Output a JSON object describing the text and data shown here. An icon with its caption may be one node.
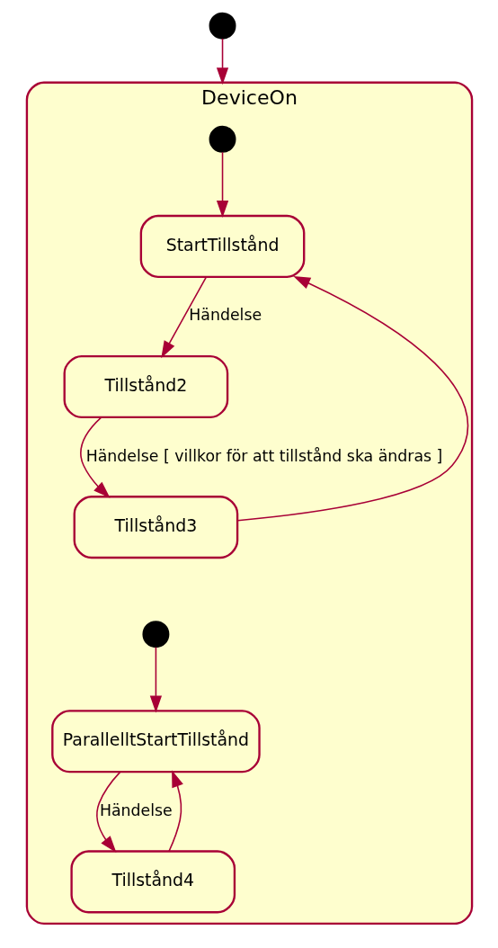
{
  "diagram": {
    "nodes": [
      {
        "text": [],
        "shape": "circle"
      },
      {
        "text": [
          "DeviceOn"
        ]
      },
      {
        "text": [],
        "shape": "circle",
        "in": 1
      },
      {
        "text": [
          "StartTillstånd"
        ],
        "in": 1
      },
      {
        "text": [
          "Tillstånd2"
        ],
        "in": 1
      },
      {
        "text": [
          "Tillstånd3"
        ],
        "in": 1
      },
      {
        "text": [],
        "shape": "circle",
        "in": 1
      },
      {
        "text": [
          "ParallelltStartTillstånd"
        ],
        "in": 1
      },
      {
        "text": [
          "Tillstånd4"
        ],
        "in": 1
      }
    ],
    "edges": [
      {
        "from": 0,
        "to": 1,
        "arrow": "to"
      },
      {
        "from": 2,
        "to": 3,
        "arrow": "to"
      },
      {
        "from": 3,
        "to": 4,
        "arrow": "to",
        "label": "Händelse"
      },
      {
        "from": 4,
        "to": 5,
        "arrow": "to",
        "label": "Händelse [ villkor för att tillstånd ska ändras ]"
      },
      {
        "from": 5,
        "to": 3,
        "arrow": "to"
      },
      {
        "from": 6,
        "to": 7,
        "arrow": "to"
      },
      {
        "from": 7,
        "to": 8,
        "arrow": "to",
        "label": "Händelse"
      },
      {
        "from": 8,
        "to": 7,
        "arrow": "to"
      }
    ]
  }
}
